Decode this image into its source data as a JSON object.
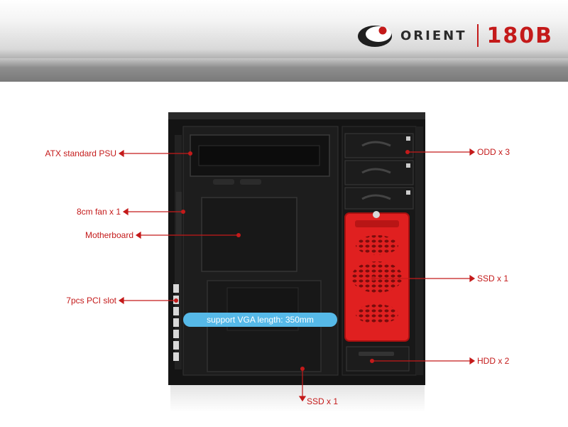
{
  "brand": {
    "name": "ORIENT",
    "model": "180B",
    "accent_color": "#c41a1a",
    "logo_icon": "orient-swoosh-logo"
  },
  "callouts": {
    "psu": "ATX standard PSU",
    "fan": "8cm fan x 1",
    "motherboard": "Motherboard",
    "pci": "7pcs PCI slot",
    "odd": "ODD x 3",
    "ssd_cage": "SSD x 1",
    "hdd": "HDD x 2",
    "ssd_bottom": "SSD x 1"
  },
  "vga_note": "support VGA length: 350mm",
  "colors": {
    "callout": "#c41a1a",
    "pill": "#56b9e8",
    "chassis": "#1a1a1a",
    "drive_cage": "#e02020"
  }
}
